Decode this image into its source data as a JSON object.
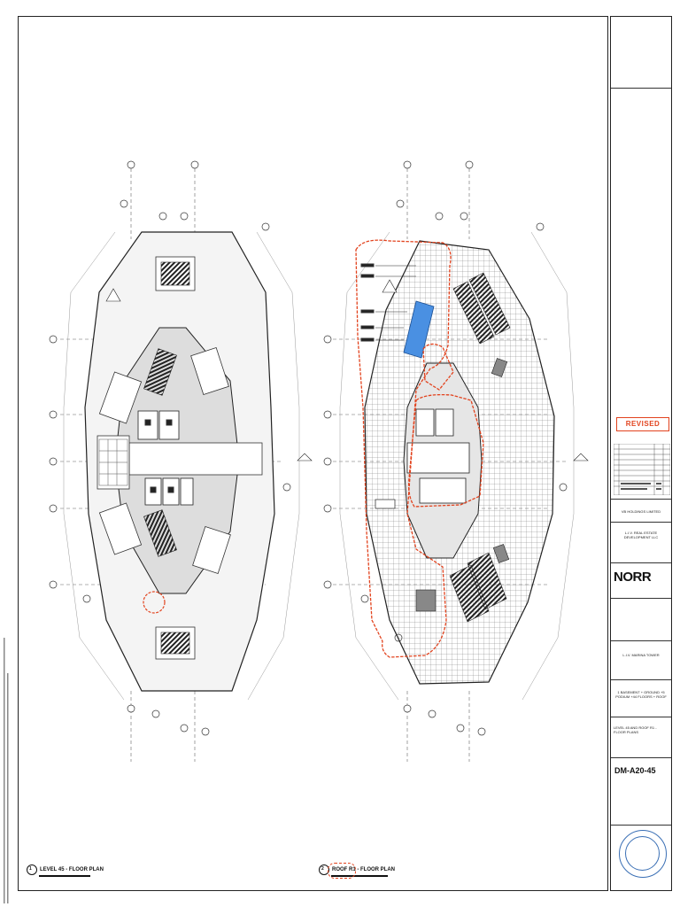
{
  "drawing": {
    "plan_left_title": "LEVEL 45 - FLOOR PLAN",
    "plan_right_title": "ROOF R1 - FLOOR PLAN",
    "plan_left_number": "1",
    "plan_right_number": "2"
  },
  "titleblock": {
    "revised_label": "REVISED",
    "client": "VB HOLDINGS LIMITED",
    "developer": "L.I.V. REAL ESTATE DEVELOPMENT LLC",
    "architect_logo": "NORR",
    "project": "L.I.V. MARINA TOWER",
    "project_scope": "1 BASEMENT + GROUND +5 PODIUM +44 FLOORS + ROOF",
    "sheet_title": "LEVEL 45 AND ROOF R1 - FLOOR PLANS",
    "sheet_number": "DM-A20-45"
  },
  "colors": {
    "revision_cloud": "#e2431e",
    "pool": "#4a90e2",
    "stamp": "#3a6fb5"
  }
}
